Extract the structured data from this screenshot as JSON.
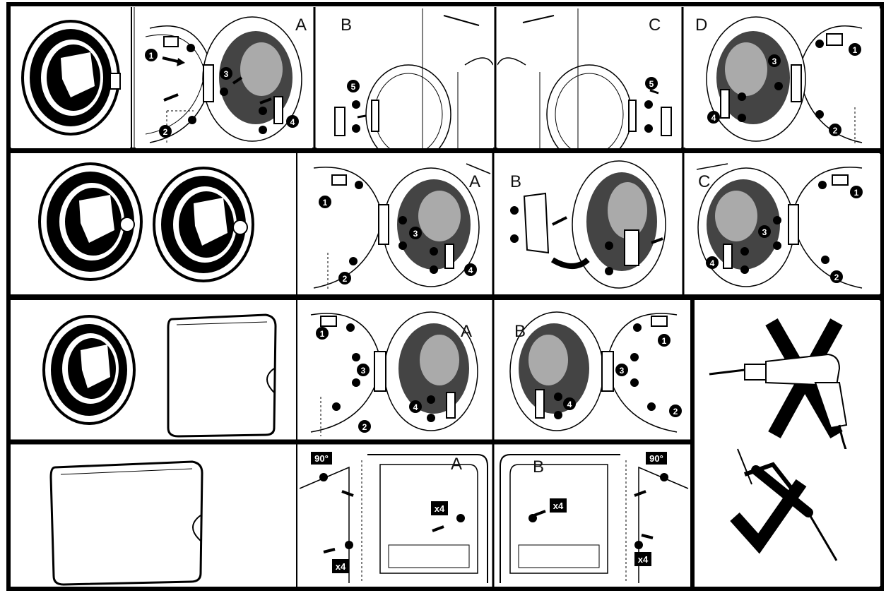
{
  "row1": {
    "panels": [
      {
        "label": ""
      },
      {
        "label": "A",
        "numbers": [
          "1",
          "2",
          "3",
          "4"
        ]
      },
      {
        "label": "B",
        "numbers": [
          "5"
        ]
      },
      {
        "label": "C",
        "numbers": [
          "5"
        ]
      },
      {
        "label": "D",
        "numbers": [
          "1",
          "2",
          "3",
          "4"
        ]
      }
    ]
  },
  "row2": {
    "panels": [
      {
        "label": ""
      },
      {
        "label": "A",
        "numbers": [
          "1",
          "2",
          "3",
          "4"
        ]
      },
      {
        "label": "B"
      },
      {
        "label": "C",
        "numbers": [
          "1",
          "2",
          "3",
          "4"
        ]
      }
    ]
  },
  "row3": {
    "panels": [
      {
        "label": ""
      },
      {
        "label": "A",
        "numbers": [
          "1",
          "2",
          "3",
          "4"
        ]
      },
      {
        "label": "B",
        "numbers": [
          "1",
          "2",
          "3",
          "4"
        ]
      }
    ]
  },
  "row4": {
    "panels": [
      {
        "label": ""
      },
      {
        "label": "A",
        "angle": "90°",
        "count": "x4",
        "count2": "x4"
      },
      {
        "label": "B",
        "angle": "90°",
        "count": "x4",
        "count2": "x4"
      }
    ]
  },
  "tools": {
    "forbidden": "drill-icon",
    "allowed": "screwdriver-icon"
  }
}
